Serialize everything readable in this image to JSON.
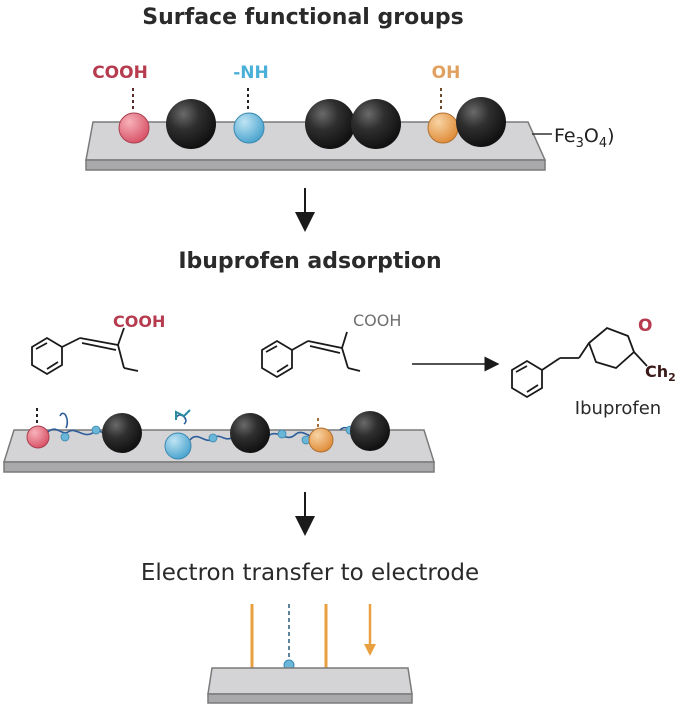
{
  "section1": {
    "title": "Surface functional groups"
  },
  "labels": {
    "cooh": "COOH",
    "nh": "-NH",
    "oh": "OH",
    "fe3o4_main": "Fe",
    "fe3o4_sub1": "3",
    "fe3o4_mid": "O",
    "fe3o4_sub2": "4",
    "fe3o4_paren": ")"
  },
  "section2": {
    "title": "Ibuprofen adsorption",
    "cooh_red": "COOH",
    "cooh_gray": "COOH",
    "product_o": "O",
    "product_ch": "Ch",
    "product_ch_sub": "2",
    "product_name": "Ibuprofen"
  },
  "section3": {
    "title": "Electron transfer to electrode"
  },
  "colors": {
    "red": "#e26a78",
    "blue": "#6ab6d8",
    "orange": "#e9a65e",
    "dark": "#2b2b2b",
    "plate": "#c9c9cb",
    "cooh_text": "#b63b4f",
    "nh_text": "#4ab0d8",
    "oh_text": "#e0a060",
    "arrow_orange": "#e8a040"
  }
}
